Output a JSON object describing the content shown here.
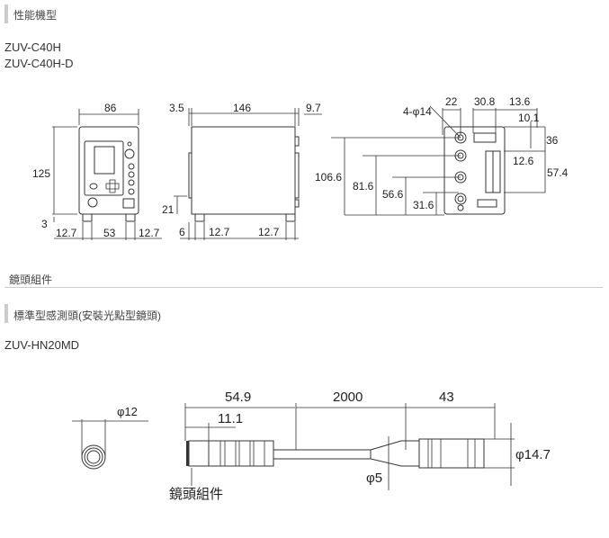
{
  "section1": {
    "heading": "性能機型",
    "models": [
      "ZUV-C40H",
      "ZUV-C40H-D"
    ]
  },
  "drawing1": {
    "front": {
      "width": "86",
      "height": "125",
      "foot": "3",
      "left": "12.7",
      "mid": "53",
      "right": "12.7"
    },
    "side": {
      "front_plate": "3.5",
      "depth": "146",
      "rear": "9.7",
      "h21": "21",
      "foot": "6",
      "left": "12.7",
      "right": "12.7"
    },
    "rear": {
      "holes": "4-φ14",
      "d22": "22",
      "d30_8": "30.8",
      "d13_6": "13.6",
      "d10_1": "10.1",
      "d36": "36",
      "d12_6": "12.6",
      "d57_4": "57.4",
      "d106_6": "106.6",
      "d81_6": "81.6",
      "d56_6": "56.6",
      "d31_6": "31.6"
    }
  },
  "section2": {
    "heading": "鏡頭組件",
    "subheading": "標準型感測頭(安裝光點型鏡頭)",
    "model": "ZUV-HN20MD"
  },
  "drawing2": {
    "phi12": "φ12",
    "d54_9": "54.9",
    "d11_1": "11.1",
    "d2000": "2000",
    "d43": "43",
    "phi14_7": "φ14.7",
    "phi5": "φ5",
    "lens_label": "鏡頭組件"
  }
}
